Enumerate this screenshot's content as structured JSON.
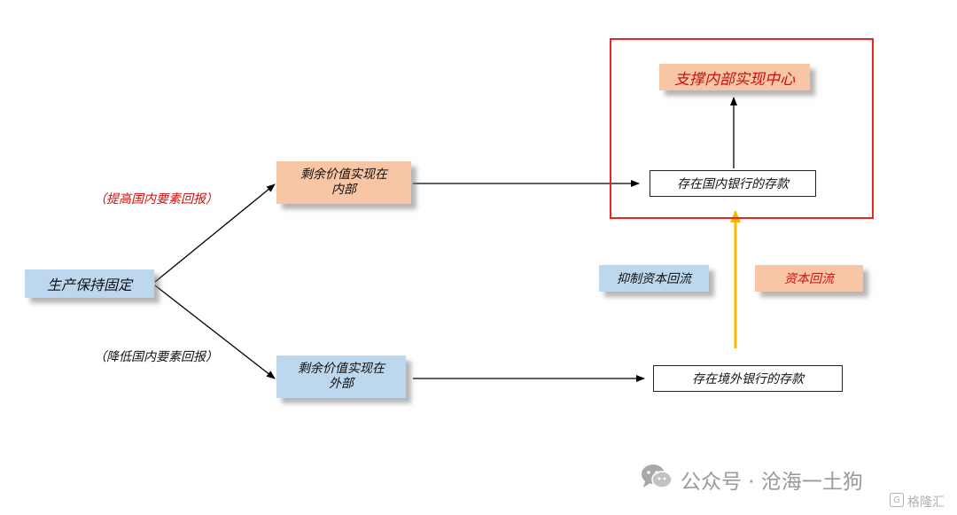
{
  "nodes": {
    "production_fixed": "生产保持固定",
    "surplus_internal": "剩余价值实现在\n内部",
    "surplus_external": "剩余价值实现在\n外部",
    "domestic_deposit": "存在国内银行的存款",
    "foreign_deposit": "存在境外银行的存款",
    "support_center": "支撑内部实现中心",
    "suppress_return": "抑制资本回流",
    "capital_return": "资本回流"
  },
  "edge_labels": {
    "raise": "（提高国内要素回报）",
    "lower": "（降低国内要素回报）"
  },
  "colors": {
    "blue_fill": "#bdd7ee",
    "orange_fill": "#f8c5a5",
    "highlight_frame": "#ee2222",
    "return_arrow": "#f5b800",
    "red_text": "#cc1010"
  },
  "watermark": {
    "wechat": "公众号 · 沧海一土狗",
    "brand": "格隆汇"
  }
}
